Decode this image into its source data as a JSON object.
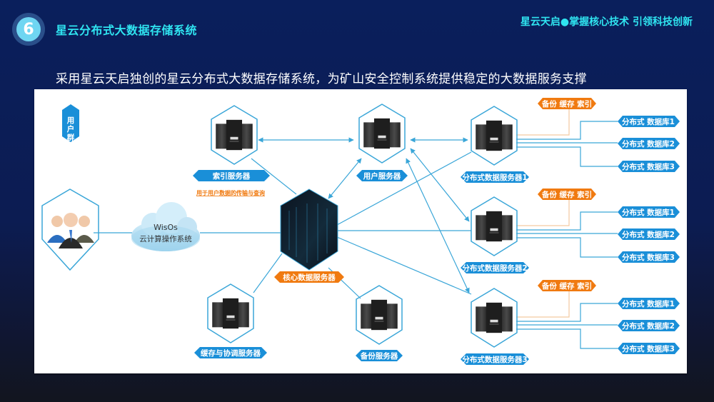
{
  "header": {
    "section_number": "6",
    "title": "星云分布式大数据存储系统",
    "slogan": "星云天启●掌握核心技术 引领科技创新"
  },
  "subtitle": "采用星云天启独创的星云分布式大数据存储系统，为矿山安全控制系统提供稳定的大数据服务支撑",
  "colors": {
    "accent_cyan": "#2fe4f0",
    "node_blue": "#1a8fd8",
    "core_orange": "#f07a10",
    "line_blue": "#3aa6d8",
    "line_orange": "#f3c9a0"
  },
  "diagram": {
    "user_group": {
      "label": "用户群",
      "icon": "users-icon"
    },
    "cloud": {
      "line1": "WisOs",
      "line2": "云计算操作系统",
      "icon": "cloud-icon"
    },
    "core": {
      "label": "核心数据服务器",
      "icon": "server-rack-icon"
    },
    "index_server": {
      "label": "索引服务器",
      "note": "用于用户数据的传输与查询",
      "icon": "server-icon"
    },
    "user_server": {
      "label": "用户服务器",
      "icon": "server-icon"
    },
    "cache_server": {
      "label": "缓存与协调服务器",
      "icon": "server-icon"
    },
    "backup_server": {
      "label": "备份服务器",
      "icon": "server-icon"
    },
    "dist_servers": [
      {
        "label": "分布式数据服务器1",
        "tag": "备份 缓存 索引",
        "dbs": [
          "分布式 数据库1",
          "分布式 数据库2",
          "分布式 数据库3"
        ]
      },
      {
        "label": "分布式数据服务器2",
        "tag": "备份 缓存 索引",
        "dbs": [
          "分布式 数据库1",
          "分布式 数据库2",
          "分布式 数据库3"
        ]
      },
      {
        "label": "分布式数据服务器3",
        "tag": "备份 缓存 索引",
        "dbs": [
          "分布式 数据库1",
          "分布式 数据库2",
          "分布式 数据库3"
        ]
      }
    ]
  }
}
